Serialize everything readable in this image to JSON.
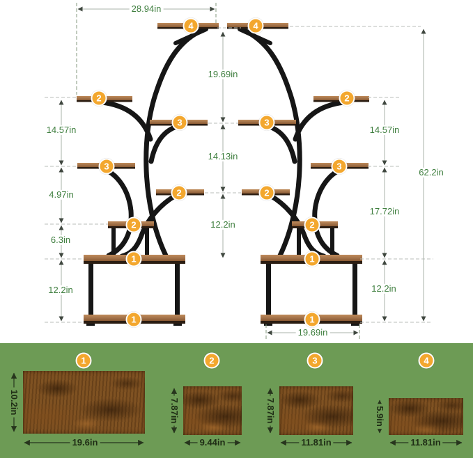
{
  "dims": {
    "top_width": "28.94in",
    "center_tier4_to_tier3": "19.69in",
    "center_tier3_to_tier2": "14.13in",
    "center_tier2_to_tier1": "12.2in",
    "left_tier2_to_tier3": "14.57in",
    "left_tier3_to_pedestal": "4.97in",
    "left_pedestal_to_tier1": "6.3in",
    "left_tier1_to_floor": "12.2in",
    "right_tier2_to_tier3": "14.57in",
    "right_tier3_to_tier1": "17.72in",
    "right_tier1_to_floor": "12.2in",
    "total_height": "62.2in",
    "base_width": "19.69in"
  },
  "badges": {
    "t1": "1",
    "t2": "2",
    "t3": "3",
    "t4": "4"
  },
  "panel": {
    "shelves": [
      {
        "num": "1",
        "width": "19.6in",
        "height": "10.2in"
      },
      {
        "num": "2",
        "width": "9.44in",
        "height": "7.87in"
      },
      {
        "num": "3",
        "width": "11.81in",
        "height": "7.87in"
      },
      {
        "num": "4",
        "width": "11.81in",
        "height": "5.9in"
      }
    ]
  },
  "colors": {
    "dimension_text": "#3e7e3e",
    "badge": "#f3a72e",
    "panel_background": "#6d9b55",
    "panel_text": "#1f2d15",
    "frame_metal": "#161616"
  }
}
